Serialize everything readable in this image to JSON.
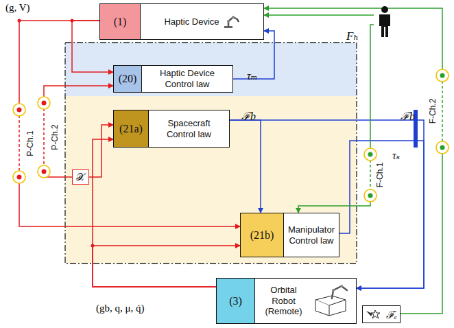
{
  "diagram": {
    "nodes": [
      {
        "text": [
          "(1)",
          "Haptic Device"
        ]
      },
      {
        "text": [
          "(20)",
          "Haptic Device Control law"
        ]
      },
      {
        "text": [
          "(21a)",
          "Spacecraft Control law"
        ]
      },
      {
        "text": [
          "(21b)",
          "Manipulator Control law"
        ]
      },
      {
        "text": [
          "(3)",
          "Orbital Robot (Remote)"
        ]
      },
      {
        "text": [
          "𝒳"
        ]
      },
      {
        "text": [
          "Fₕ"
        ]
      },
      {
        "text": [
          "ℱₑ"
        ]
      }
    ],
    "edges": [
      {
        "from": 0,
        "to": 1,
        "arrow": "to"
      },
      {
        "from": 0,
        "to": 3,
        "arrow": "to",
        "label": "P-Ch.1"
      },
      {
        "from": 5,
        "to": 1,
        "arrow": "to",
        "label": "P-Ch.2"
      },
      {
        "from": 5,
        "to": 2,
        "arrow": "to"
      },
      {
        "from": 4,
        "to": 2,
        "arrow": "to"
      },
      {
        "from": 4,
        "to": 3,
        "arrow": "to"
      },
      {
        "from": 1,
        "to": 0,
        "arrow": "to",
        "label": "τₘ"
      },
      {
        "from": 2,
        "to": 3,
        "arrow": "to",
        "label": "ℱb"
      },
      {
        "from": 2,
        "to": 4,
        "arrow": "to",
        "label": "ℱb"
      },
      {
        "from": 3,
        "to": 4,
        "arrow": "to",
        "label": "τₛ"
      },
      {
        "from": 6,
        "to": 0,
        "arrow": "to"
      },
      {
        "from": 6,
        "to": 3,
        "arrow": "to",
        "label": "F-Ch.1"
      },
      {
        "from": 7,
        "to": 0,
        "arrow": "to",
        "label": "F-Ch.2"
      }
    ],
    "labels": [
      "(g, V)",
      "(gb, q, μ, q̇)"
    ]
  }
}
